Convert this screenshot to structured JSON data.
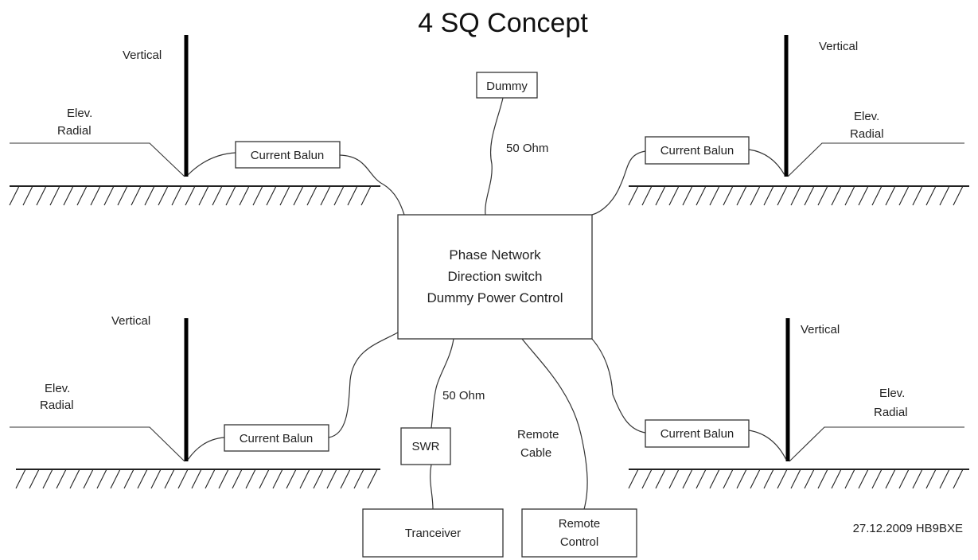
{
  "title": "4 SQ Concept",
  "antennas": {
    "top_left": {
      "vertical": "Vertical",
      "radial_line1": "Elev.",
      "radial_line2": "Radial",
      "balun": "Current Balun"
    },
    "top_right": {
      "vertical": "Vertical",
      "radial_line1": "Elev.",
      "radial_line2": "Radial",
      "balun": "Current Balun"
    },
    "bottom_left": {
      "vertical": "Vertical",
      "radial_line1": "Elev.",
      "radial_line2": "Radial",
      "balun": "Current Balun"
    },
    "bottom_right": {
      "vertical": "Vertical",
      "radial_line1": "Elev.",
      "radial_line2": "Radial",
      "balun": "Current Balun"
    }
  },
  "central_box": {
    "line1": "Phase Network",
    "line2": "Direction switch",
    "line3": "Dummy Power Control"
  },
  "dummy": {
    "label": "Dummy",
    "cable": "50 Ohm"
  },
  "swr": {
    "label": "SWR",
    "cable": "50 Ohm"
  },
  "transceiver": {
    "label": "Tranceiver"
  },
  "remote_cable": {
    "line1": "Remote",
    "line2": "Cable"
  },
  "remote_control": {
    "line1": "Remote",
    "line2": "Control"
  },
  "footer": "27.12.2009 HB9BXE"
}
